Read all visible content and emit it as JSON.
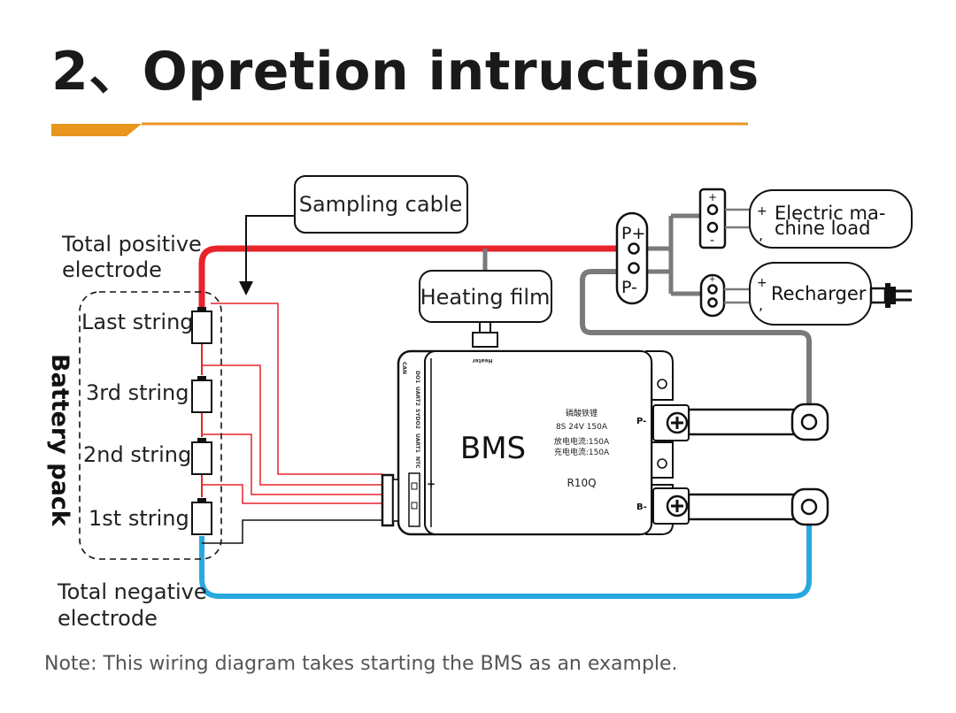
{
  "title": "2、Opretion intructions",
  "note": "Note: This wiring diagram takes starting the BMS as an example.",
  "labels": {
    "sampling_cable": "Sampling cable",
    "total_positive_line1": "Total positive",
    "total_positive_line2": "electrode",
    "total_negative_line1": "Total negative",
    "total_negative_line2": "electrode",
    "heating_film": "Heating film",
    "battery_pack": "Battery pack",
    "strings": [
      "Last string",
      "3rd string",
      "2nd string",
      "1st string"
    ],
    "load_line1": "Electric ma-",
    "load_line2": "chine load",
    "recharger": "Recharger",
    "p_plus": "P+",
    "p_minus": "P-",
    "plus": "+",
    "minus": "-",
    "comma": ","
  },
  "bms": {
    "name": "BMS",
    "chemistry": "磷酸铁锂",
    "spec": "8S   24V   150A",
    "discharge": "放电电流:150A",
    "charge": "充电电流:150A",
    "model": "R10Q",
    "heater_port": "Heater",
    "ports": [
      "CAN",
      "DO1",
      "UART2",
      "SYDO2",
      "UART1",
      "NTC"
    ],
    "terminal_p": "P-",
    "terminal_b": "B-",
    "plus_mark": "+"
  },
  "colors": {
    "positive": "#e8232a",
    "negative": "#29a8e0",
    "cable": "#7a7a7a",
    "accent": "#e8961e"
  }
}
